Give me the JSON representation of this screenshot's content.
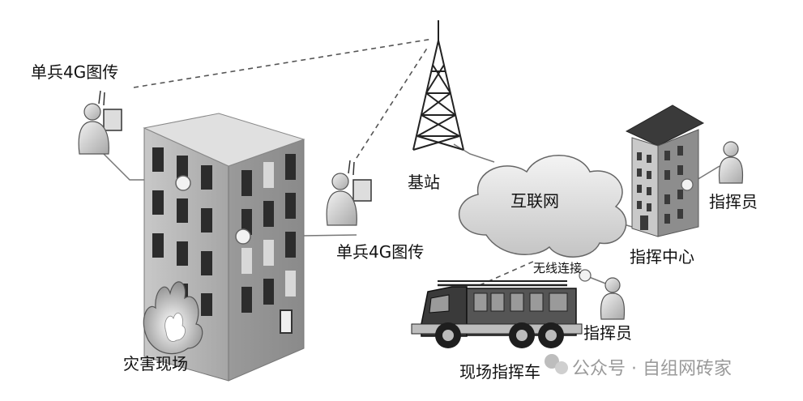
{
  "labels": {
    "soldier_top": "单兵4G图传",
    "soldier_mid": "单兵4G图传",
    "base_station": "基站",
    "internet": "互联网",
    "command_center": "指挥中心",
    "commander_center": "指挥员",
    "wireless": "无线连接",
    "commander_truck": "指挥员",
    "disaster_site": "灾害现场",
    "command_vehicle": "现场指挥车"
  },
  "watermark": {
    "text": "公众号 · 自组网砖家"
  }
}
